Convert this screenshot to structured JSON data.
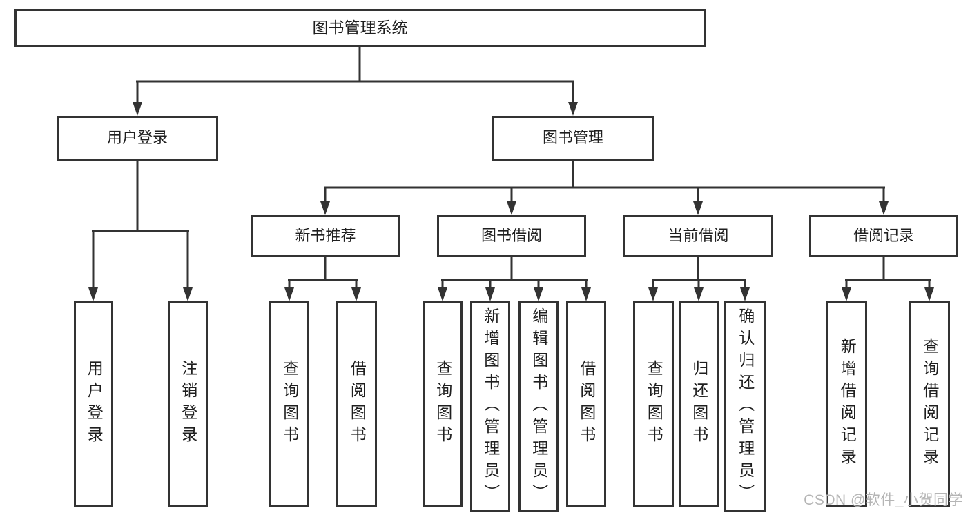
{
  "diagram": {
    "root": {
      "label": "图书管理系统"
    },
    "branches": {
      "user_login": {
        "label": "用户登录",
        "children": {
          "login": {
            "label": "用户登录"
          },
          "logout": {
            "label": "注销登录"
          }
        }
      },
      "book_mgmt": {
        "label": "图书管理",
        "children": {
          "new_books": {
            "label": "新书推荐",
            "children": {
              "query_books": {
                "label": "查询图书"
              },
              "borrow_books": {
                "label": "借阅图书"
              }
            }
          },
          "book_borrowing": {
            "label": "图书借阅",
            "children": {
              "query_books": {
                "label": "查询图书"
              },
              "add_books_admin": {
                "label": "新增图书（管理员）"
              },
              "edit_books_admin": {
                "label": "编辑图书（管理员）"
              },
              "borrow_books": {
                "label": "借阅图书"
              }
            }
          },
          "current_borrowing": {
            "label": "当前借阅",
            "children": {
              "query_books": {
                "label": "查询图书"
              },
              "return_books": {
                "label": "归还图书"
              },
              "confirm_return_admin": {
                "label": "确认归还（管理员）"
              }
            }
          },
          "borrow_records": {
            "label": "借阅记录",
            "children": {
              "add_record": {
                "label": "新增借阅记录"
              },
              "query_record": {
                "label": "查询借阅记录"
              }
            }
          }
        }
      }
    }
  },
  "watermark": {
    "text": "CSDN @软件_小贺同学"
  },
  "colors": {
    "line": "#333333",
    "border": "#333333",
    "text": "#1f1f1f",
    "background": "#ffffff",
    "watermark": "#b5b5b5"
  }
}
